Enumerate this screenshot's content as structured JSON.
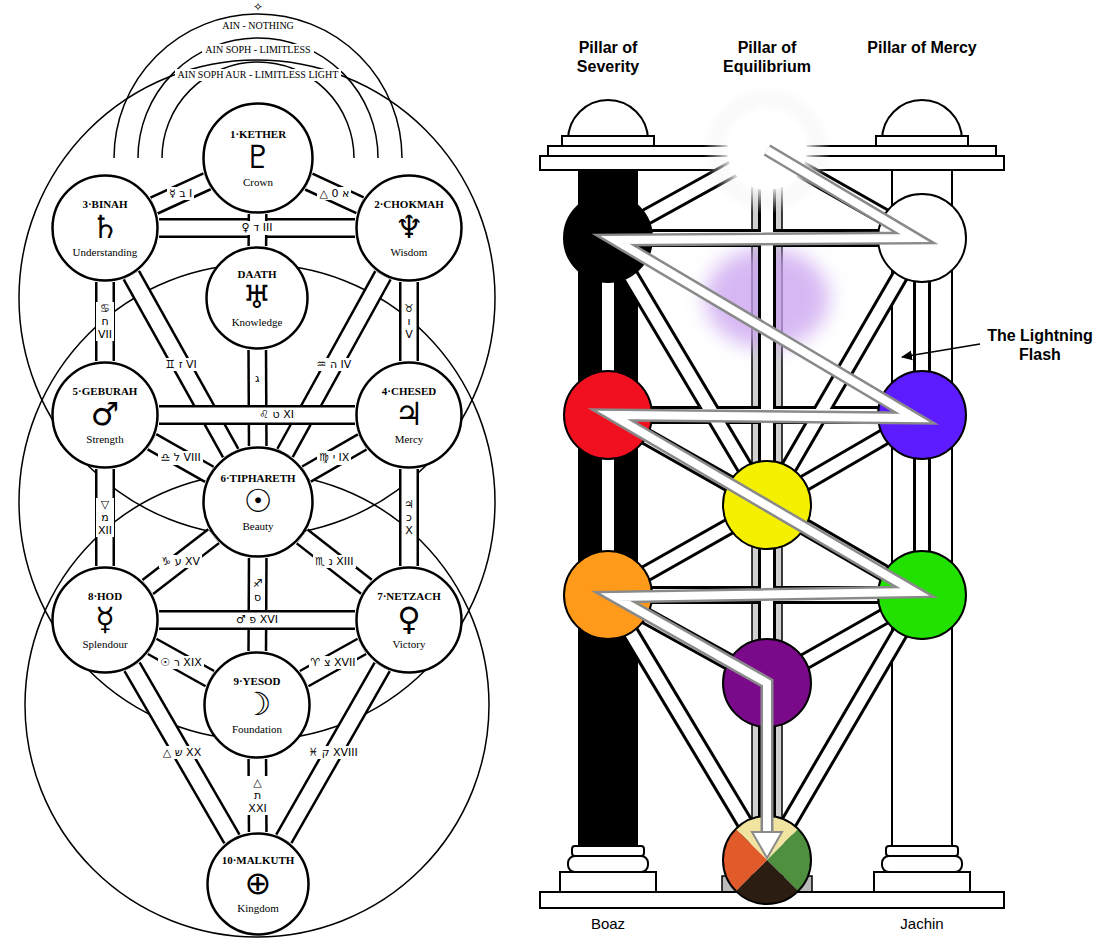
{
  "diagram": {
    "nodes": [
      {
        "text": [
          "1·KETHER",
          "♇",
          "Crown"
        ]
      },
      {
        "text": [
          "3·BINAH",
          "♄",
          "Understanding"
        ]
      },
      {
        "text": [
          "2·CHOKMAH",
          "♆",
          "Wisdom"
        ]
      },
      {
        "text": [
          "DAATH",
          "♅",
          "Knowledge"
        ]
      },
      {
        "text": [
          "5·GEBURAH",
          "♂",
          "Strength"
        ]
      },
      {
        "text": [
          "4·CHESED",
          "♃",
          "Mercy"
        ]
      },
      {
        "text": [
          "6·TIPHARETH",
          "☉",
          "Beauty"
        ]
      },
      {
        "text": [
          "8·HOD",
          "☿",
          "Splendour"
        ]
      },
      {
        "text": [
          "7·NETZACH",
          "♀",
          "Victory"
        ]
      },
      {
        "text": [
          "9·YESOD",
          "☽",
          "Foundation"
        ]
      },
      {
        "text": [
          "10·MALKUTH",
          "⊕",
          "Kingdom"
        ]
      }
    ],
    "edges": [
      {
        "from": 0,
        "to": 1,
        "label": "☿ ב I",
        "arrow": "none"
      },
      {
        "from": 0,
        "to": 2,
        "label": "△ א 0",
        "arrow": "none"
      },
      {
        "from": 1,
        "to": 2,
        "label": "♀ ד III",
        "arrow": "none"
      },
      {
        "from": 0,
        "to": 3,
        "arrow": "none"
      },
      {
        "from": 3,
        "to": 6,
        "label": "ג",
        "arrow": "none"
      },
      {
        "from": 1,
        "to": 6,
        "label": "♊ ז VI",
        "arrow": "none"
      },
      {
        "from": 2,
        "to": 6,
        "label": "♒ ה IV",
        "arrow": "none"
      },
      {
        "from": 1,
        "to": 4,
        "label": "♋ ח VII",
        "arrow": "none"
      },
      {
        "from": 2,
        "to": 5,
        "label": "♉ ו V",
        "arrow": "none"
      },
      {
        "from": 4,
        "to": 5,
        "label": "♌ ט XI",
        "arrow": "none"
      },
      {
        "from": 4,
        "to": 6,
        "label": "♎ ל VIII",
        "arrow": "none"
      },
      {
        "from": 5,
        "to": 6,
        "label": "♍ י IX",
        "arrow": "none"
      },
      {
        "from": 4,
        "to": 7,
        "label": "▽ מ XII",
        "arrow": "none"
      },
      {
        "from": 5,
        "to": 8,
        "label": "♃ כ X",
        "arrow": "none"
      },
      {
        "from": 6,
        "to": 7,
        "label": "♑ ע XV",
        "arrow": "none"
      },
      {
        "from": 6,
        "to": 8,
        "label": "♏ נ XIII",
        "arrow": "none"
      },
      {
        "from": 6,
        "to": 9,
        "label": "♐ ס",
        "arrow": "none"
      },
      {
        "from": 7,
        "to": 8,
        "label": "♂ פ XVI",
        "arrow": "none"
      },
      {
        "from": 7,
        "to": 9,
        "label": "☉ ר XIX",
        "arrow": "none"
      },
      {
        "from": 8,
        "to": 9,
        "label": "♈ צ XVII",
        "arrow": "none"
      },
      {
        "from": 7,
        "to": 10,
        "label": "△ ש XX",
        "arrow": "none"
      },
      {
        "from": 8,
        "to": 10,
        "label": "♓ ק XVIII",
        "arrow": "none"
      },
      {
        "from": 9,
        "to": 10,
        "label": "△ ת XXI",
        "arrow": "none"
      }
    ],
    "labels": [
      "✧",
      "AIN - NOTHING",
      "AIN SOPH - LIMITLESS",
      "AIN SOPH AUR - LIMITLESS LIGHT",
      "Pillar of Severity",
      "Pillar of Equilibrium",
      "Pillar of Mercy",
      "The Lightning Flash",
      "Boaz",
      "Jachin"
    ]
  }
}
